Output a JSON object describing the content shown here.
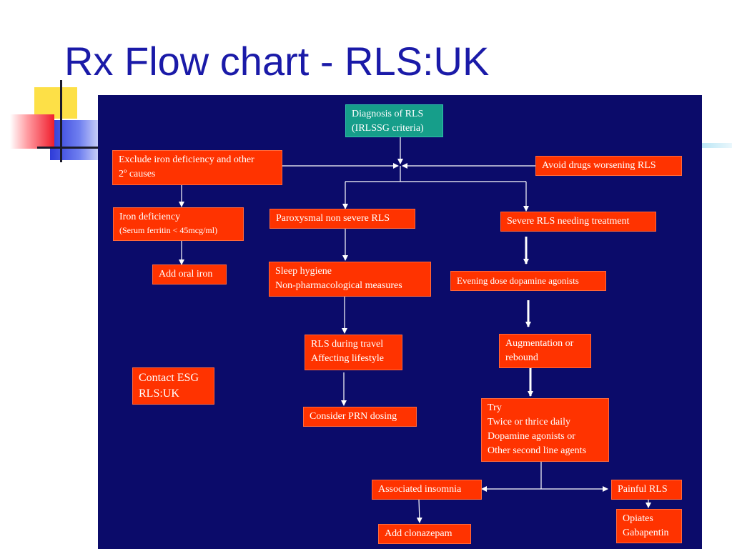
{
  "slide": {
    "title": "Rx Flow chart - RLS:UK"
  },
  "diagram": {
    "colors": {
      "background": "#0b0b6a",
      "box": "#ff3300",
      "box_start": "#169e8a",
      "text": "#ffffff",
      "title": "#1a1aa8"
    },
    "nodes": {
      "diagnosis": {
        "lines": [
          "Diagnosis of RLS",
          "(IRLSSG criteria)"
        ]
      },
      "exclude": {
        "lines": [
          "Exclude iron deficiency and other",
          "2º causes"
        ]
      },
      "avoid_drugs": {
        "lines": [
          "Avoid drugs worsening RLS"
        ]
      },
      "iron_def": {
        "lines": [
          "Iron deficiency"
        ],
        "sub": "(Serum ferritin < 45mcg/ml)"
      },
      "paroxysmal": {
        "lines": [
          "Paroxysmal non severe RLS"
        ]
      },
      "severe": {
        "lines": [
          "Severe RLS needing treatment"
        ]
      },
      "oral_iron": {
        "lines": [
          "Add oral iron"
        ]
      },
      "sleep_hygiene": {
        "lines": [
          "Sleep hygiene",
          "Non-pharmacological measures"
        ]
      },
      "evening_dose": {
        "lines": [
          "Evening dose dopamine agonists"
        ]
      },
      "travel": {
        "lines": [
          "RLS during travel",
          "Affecting lifestyle"
        ]
      },
      "augmentation": {
        "lines": [
          "Augmentation or",
          "rebound"
        ]
      },
      "contact": {
        "lines": [
          "Contact ESG",
          "RLS:UK"
        ]
      },
      "prn": {
        "lines": [
          "Consider PRN dosing"
        ]
      },
      "try_box": {
        "lines": [
          "Try",
          "Twice or thrice daily",
          "Dopamine agonists or",
          "Other second line agents"
        ]
      },
      "insomnia": {
        "lines": [
          "Associated insomnia"
        ]
      },
      "painful": {
        "lines": [
          "Painful RLS"
        ]
      },
      "clonazepam": {
        "lines": [
          "Add clonazepam"
        ]
      },
      "opiates": {
        "lines": [
          "Opiates",
          "Gabapentin"
        ]
      }
    }
  }
}
